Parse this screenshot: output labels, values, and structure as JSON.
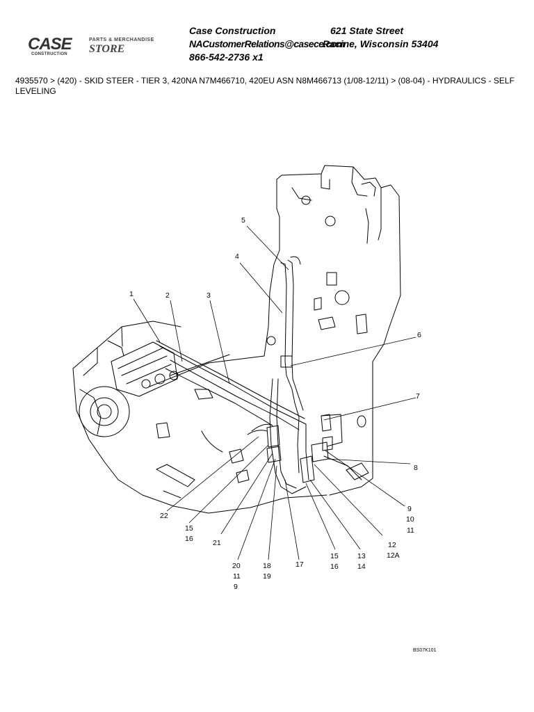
{
  "logo": {
    "brand": "CASE",
    "sub": "CONSTRUCTION"
  },
  "store": {
    "line1": "PARTS & MERCHANDISE",
    "line2": "STORE"
  },
  "header": {
    "company": "Case Construction",
    "street": "621 State Street",
    "email": "NACustomerRelations@casece.com",
    "city": "Racine, Wisconsin 53404",
    "phone": "866-542-2736 x1"
  },
  "breadcrumb": "4935570 > (420) - SKID STEER - TIER 3, 420NA N7M466710, 420EU ASN N8M466713 (1/08-12/11) > (08-04) - HYDRAULICS - SELF LEVELING",
  "callouts": {
    "c1": "1",
    "c2": "2",
    "c3": "3",
    "c4": "4",
    "c5": "5",
    "c6": "6",
    "c7": "7",
    "c8": "8",
    "c9a": "9",
    "c10": "10",
    "c11a": "11",
    "c12": "12",
    "c12a": "12A",
    "c13": "13",
    "c14": "14",
    "c15a": "15",
    "c16a": "16",
    "c17": "17",
    "c18": "18",
    "c19": "19",
    "c20": "20",
    "c11b": "11",
    "c9b": "9",
    "c21": "21",
    "c15b": "15",
    "c16b": "16",
    "c22": "22"
  },
  "figure_id": "BS07K101"
}
